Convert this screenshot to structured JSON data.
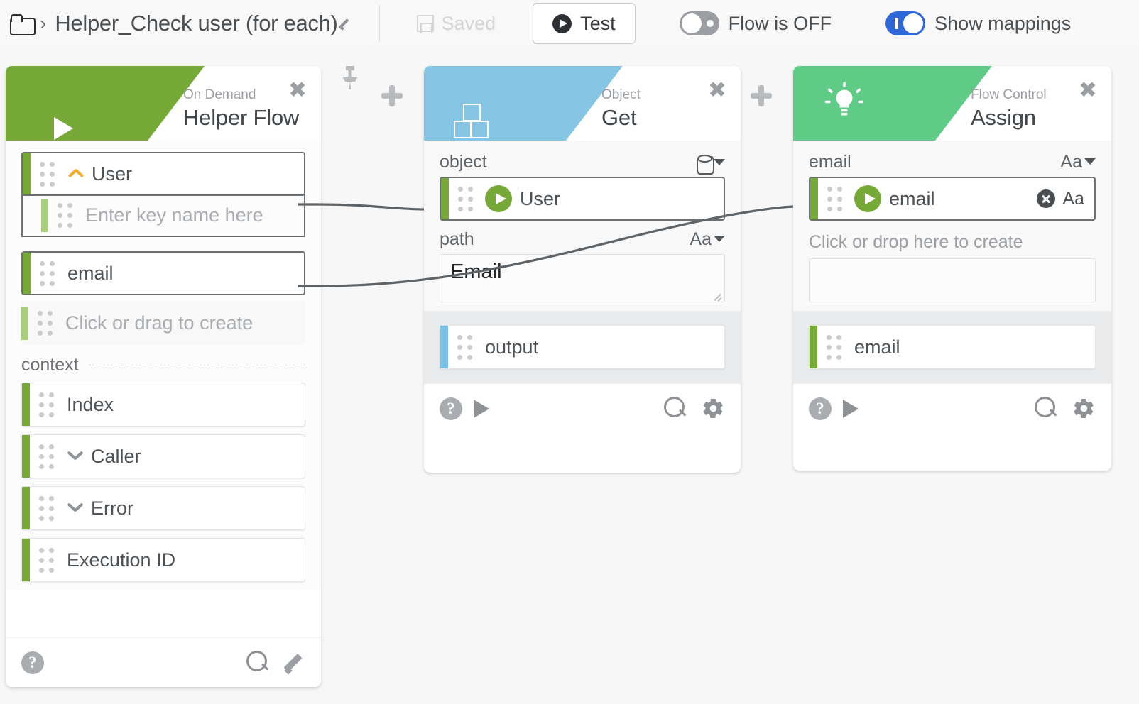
{
  "topbar": {
    "folder_icon": "folder-icon",
    "breadcrumb_separator": "›",
    "flow_title": "Helper_Check user (for each)",
    "edit_title_icon": "pencil-icon",
    "saved_label": "Saved",
    "saved_icon": "save-icon",
    "test_label": "Test",
    "test_icon": "play-circle-icon",
    "flow_toggle": {
      "label": "Flow is OFF",
      "state": "off",
      "color": "#9b9fa3"
    },
    "mapping_toggle": {
      "label": "Show mappings",
      "state": "on",
      "color": "#2f66d8"
    }
  },
  "canvas": {
    "pin_icon": "pushpin-icon",
    "add_node_label": "+",
    "accent_green": "#76a938",
    "accent_lightgreen": "#a8cd7d",
    "accent_blue": "#7cc0e3",
    "accent_orange": "#efa830",
    "header_green": "#76a938",
    "header_blue": "#86c5e4",
    "header_mint": "#5fcb86"
  },
  "cards": [
    {
      "id": "helper-flow",
      "kicker": "On Demand",
      "title": "Helper Flow",
      "icon": "play-circle-icon",
      "close_icon": "close-icon",
      "rows": [
        {
          "label": "User",
          "kind": "mapped",
          "accent": "green",
          "chevron": "up",
          "chevron_color": "#efa830"
        },
        {
          "label": "Enter key name here",
          "kind": "sub-placeholder",
          "accent": "lightgreen"
        },
        {
          "label": "email",
          "kind": "mapped",
          "accent": "green"
        },
        {
          "label": "Click or drag to create",
          "kind": "ghost-placeholder",
          "accent": "lightgreen"
        }
      ],
      "context_label": "context",
      "context_rows": [
        {
          "label": "Index",
          "accent": "green"
        },
        {
          "label": "Caller",
          "accent": "green",
          "chevron": "down"
        },
        {
          "label": "Error",
          "accent": "green",
          "chevron": "down"
        },
        {
          "label": "Execution ID",
          "accent": "green"
        }
      ],
      "footer": {
        "left": [
          "help-icon"
        ],
        "right": [
          "search-icon",
          "pencil-icon"
        ]
      }
    },
    {
      "id": "object-get",
      "kicker": "Object",
      "title": "Get",
      "icon": "cubes-icon",
      "close_icon": "close-icon",
      "fields": [
        {
          "name": "object",
          "type_badge": "database-icon",
          "value": "User",
          "value_kind": "mapped-play",
          "accent": "green"
        },
        {
          "name": "path",
          "type_badge": "Aa",
          "value": "Email",
          "value_kind": "textarea"
        }
      ],
      "output_row": {
        "label": "output",
        "accent": "blue"
      },
      "footer": {
        "left": [
          "help-icon",
          "run-icon"
        ],
        "right": [
          "search-icon",
          "gear-icon"
        ]
      }
    },
    {
      "id": "flow-control-assign",
      "kicker": "Flow Control",
      "title": "Assign",
      "icon": "lightbulb-icon",
      "close_icon": "close-icon",
      "fields": [
        {
          "name": "email",
          "type_badge": "Aa",
          "value": "email",
          "value_kind": "mapped-play",
          "accent": "green",
          "clear_icon": "clear-icon",
          "value_type_label": "Aa"
        }
      ],
      "drop_hint": "Click or drop here to create",
      "output_row": {
        "label": "email",
        "accent": "green"
      },
      "footer": {
        "left": [
          "help-icon",
          "run-icon"
        ],
        "right": [
          "search-icon",
          "gear-icon"
        ]
      }
    }
  ]
}
